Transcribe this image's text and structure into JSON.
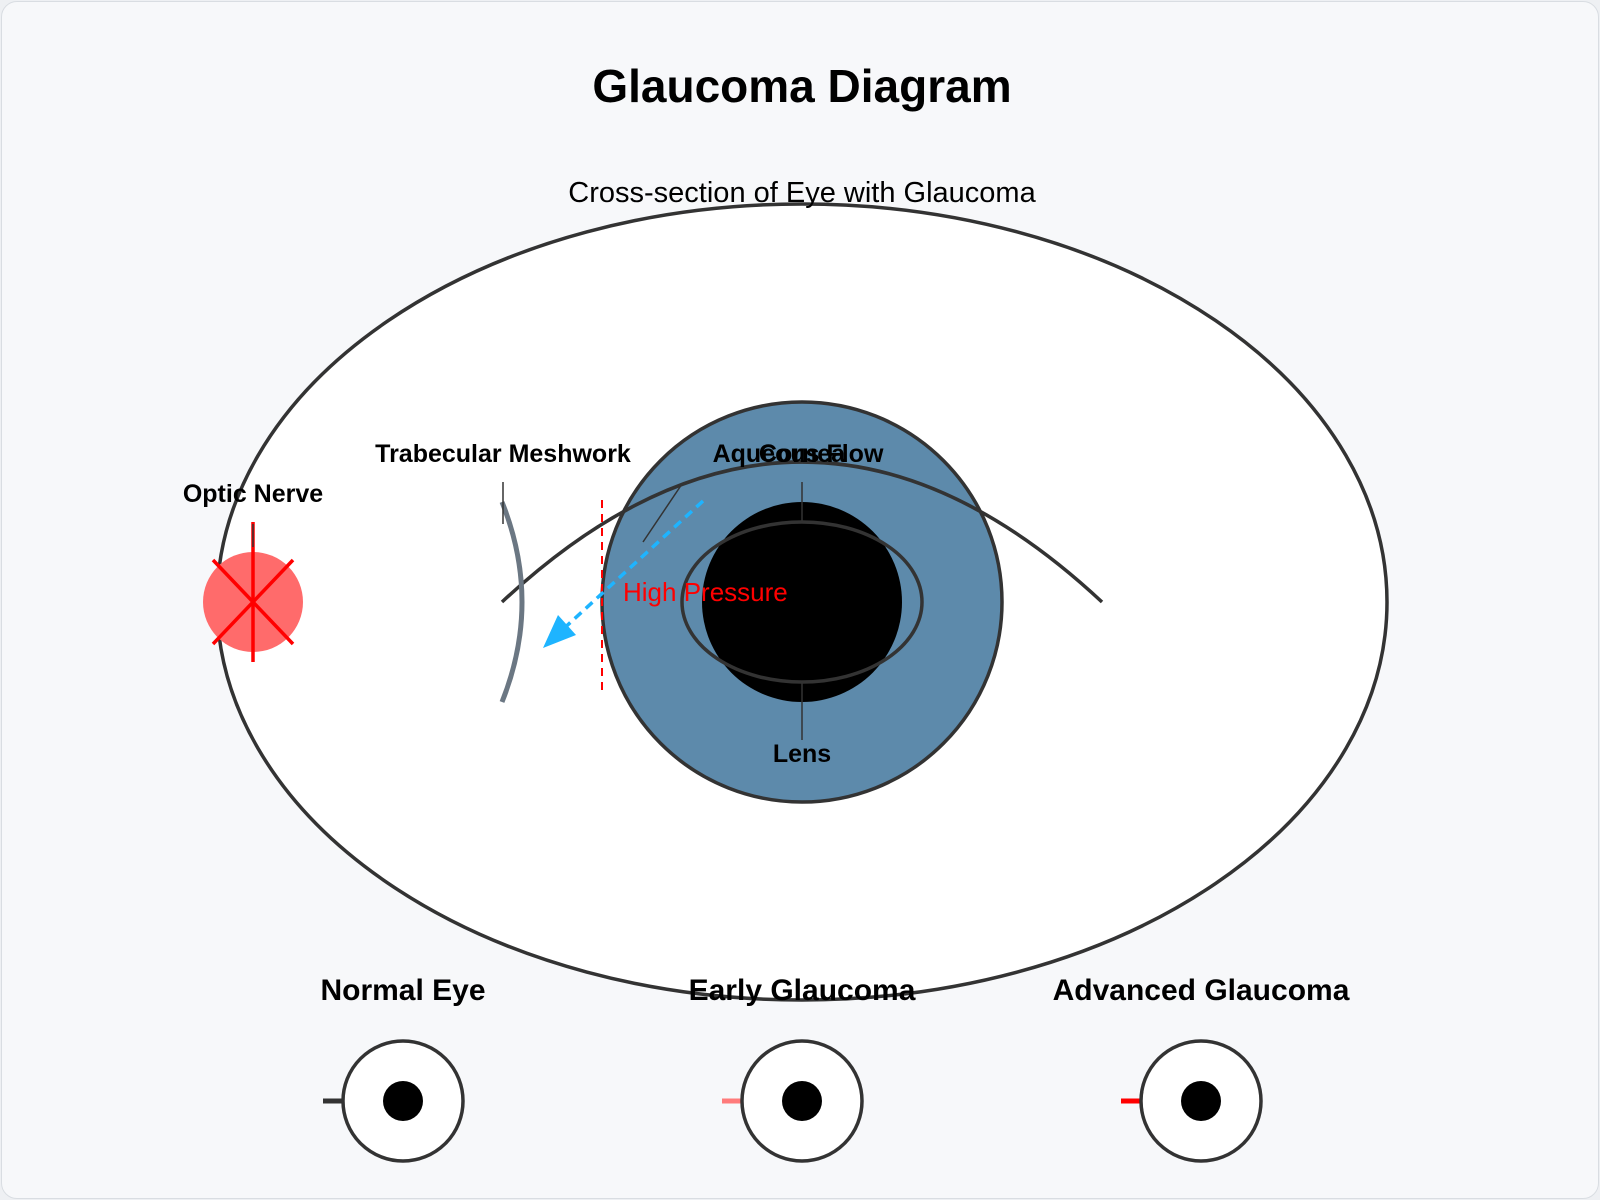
{
  "title": "Glaucoma Diagram",
  "subtitle": "Cross-section of Eye with Glaucoma",
  "labels": {
    "optic_nerve": "Optic Nerve",
    "trabecular_meshwork": "Trabecular Meshwork",
    "aqueous_flow": "Aqueous Flow",
    "cornea": "Cornea",
    "lens": "Lens",
    "high_pressure": "High Pressure"
  },
  "stages": [
    {
      "label": "Normal Eye",
      "nerve_color": "#333333"
    },
    {
      "label": "Early Glaucoma",
      "nerve_color": "#ff7b7b"
    },
    {
      "label": "Advanced Glaucoma",
      "nerve_color": "#ff0000"
    }
  ],
  "colors": {
    "iris": "#5d8aab",
    "pupil": "#000000",
    "outline": "#333333",
    "optic_nerve_damage": "#ff6b6b",
    "damage_marks": "#ff0000",
    "aqueous_flow": "#1eb4ff",
    "meshwork": "#6b7783",
    "pressure": "#ff0000"
  },
  "icons": {
    "optic_nerve_damage": "x-mark-icon",
    "aqueous_flow": "arrow-icon"
  }
}
